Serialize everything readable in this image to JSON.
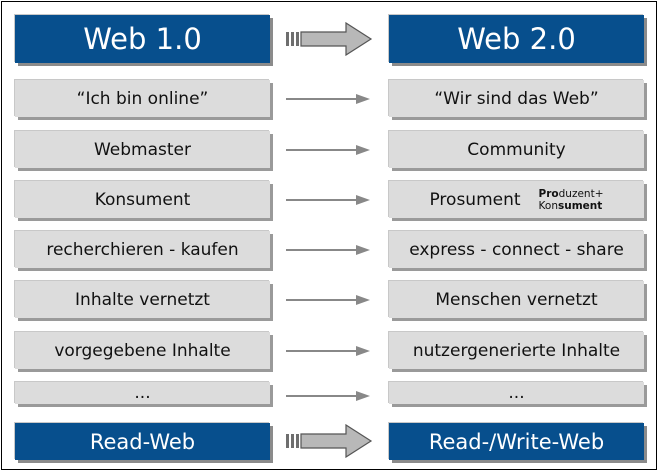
{
  "header": {
    "left": "Web 1.0",
    "right": "Web 2.0"
  },
  "rows": [
    {
      "left": "“Ich bin online”",
      "right": "“Wir sind das Web”"
    },
    {
      "left": "Webmaster",
      "right": "Community"
    },
    {
      "left": "Konsument",
      "right": "Prosument"
    },
    {
      "left": "recherchieren - kaufen",
      "right": "express - connect - share"
    },
    {
      "left": "Inhalte vernetzt",
      "right": "Menschen vernetzt"
    },
    {
      "left": "vorgegebene Inhalte",
      "right": "nutzergenerierte Inhalte"
    },
    {
      "left": "...",
      "right": "..."
    }
  ],
  "prosument_note": {
    "line1_bold": "Pro",
    "line1_rest": "duzent+",
    "line2_rest": "Kon",
    "line2_bold": "sument"
  },
  "footer": {
    "left": "Read-Web",
    "right": "Read-/Write-Web"
  },
  "colors": {
    "blue": "#074f8d",
    "gray_box": "#dcdcdc",
    "shadow": "#8b8b8b",
    "arrow": "#888888"
  }
}
